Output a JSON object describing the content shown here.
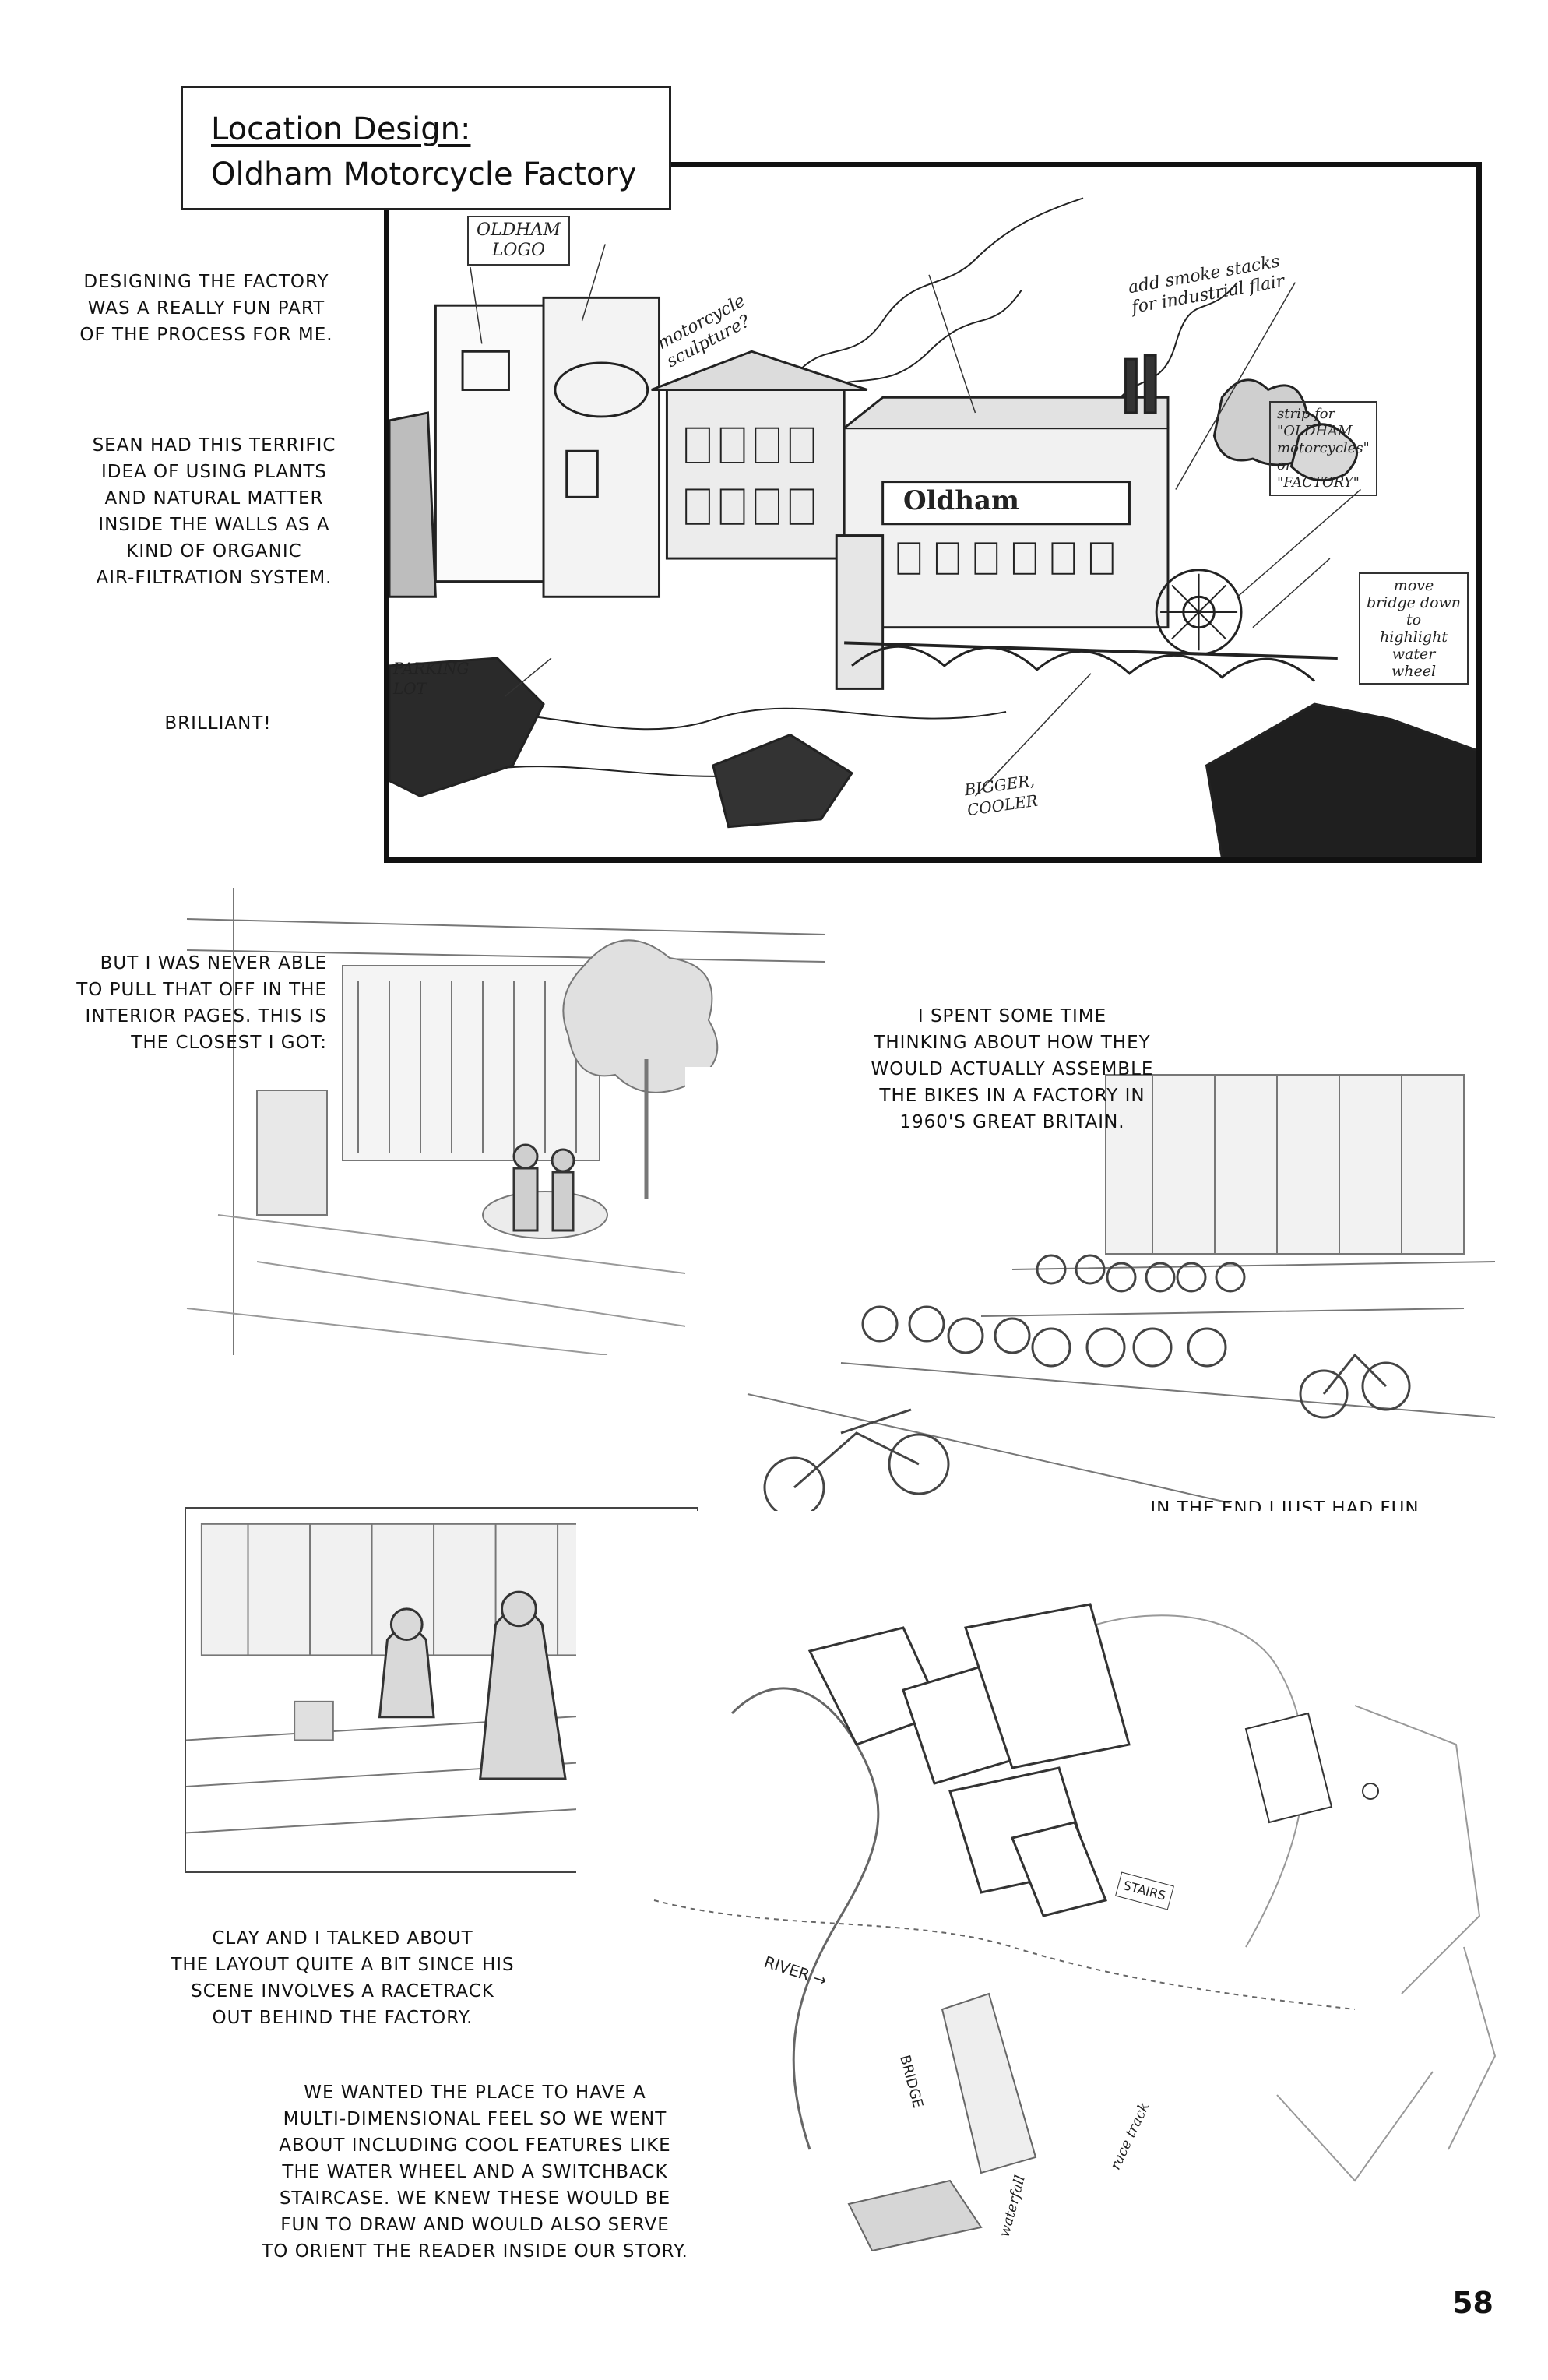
{
  "title": {
    "line1": "Location Design:",
    "line2": "Oldham Motorcycle Factory"
  },
  "notes": {
    "factory_fun": "DESIGNING THE FACTORY\nWAS A REALLY FUN PART\nOF THE PROCESS FOR ME.",
    "sean_idea": "SEAN HAD THIS TERRIFIC\nIDEA OF USING PLANTS\nAND NATURAL MATTER\nINSIDE THE WALLS AS A\nKIND OF ORGANIC\nAIR-FILTRATION SYSTEM.",
    "brilliant": "BRILLIANT!",
    "never_able": "BUT I WAS NEVER ABLE\nTO PULL THAT OFF IN THE\nINTERIOR PAGES. THIS IS\nTHE CLOSEST I GOT:",
    "assemble": "I SPENT SOME TIME\nTHINKING ABOUT HOW THEY\nWOULD ACTUALLY ASSEMBLE\nTHE BIKES IN A FACTORY IN\n1960'S GREAT BRITAIN.",
    "had_fun": "IN THE END I JUST HAD FUN\nWITH IT. I DREW MOTORCYCLES\nSUSPENDED FROM THE CEILING,\nBLUEPRINTS SPREAD OUT ON\nTHE WALLS AND TABLES, AND\nEVERYWHERE GUYS TALKING\nABOUT WHO-KNOWS-WHAT.",
    "clay": "CLAY AND I TALKED ABOUT\nTHE LAYOUT QUITE A BIT SINCE HIS\nSCENE INVOLVES A RACETRACK\nOUT BEHIND THE FACTORY.",
    "multi": "WE WANTED THE PLACE TO HAVE A\nMULTI-DIMENSIONAL FEEL SO WE WENT\nABOUT INCLUDING COOL FEATURES LIKE\nTHE WATER WHEEL AND A SWITCHBACK\nSTAIRCASE. WE KNEW THESE WOULD BE\nFUN TO DRAW AND WOULD ALSO SERVE\nTO ORIENT THE READER INSIDE OUR STORY."
  },
  "sketch_annotations": {
    "logo": "OLDHAM\nLOGO",
    "sculpture": "motorcycle\nsculpture?",
    "smoke": "add smoke stacks\nfor industrial flair",
    "strip": "strip for\n\"OLDHAM\nmotorcycles\"\nor\n\"FACTORY\"",
    "bridge": "move\nbridge down\nto\nhighlight\nwater\nwheel",
    "parking": "PARKING\nLOT",
    "bigger": "BIGGER,\nCOOLER",
    "sign": "Oldham",
    "river": "RIVER →",
    "bridge_label": "BRIDGE",
    "stairs": "STAIRS",
    "racetrack": "race track",
    "waterfall": "waterfall"
  },
  "page_number": "58"
}
